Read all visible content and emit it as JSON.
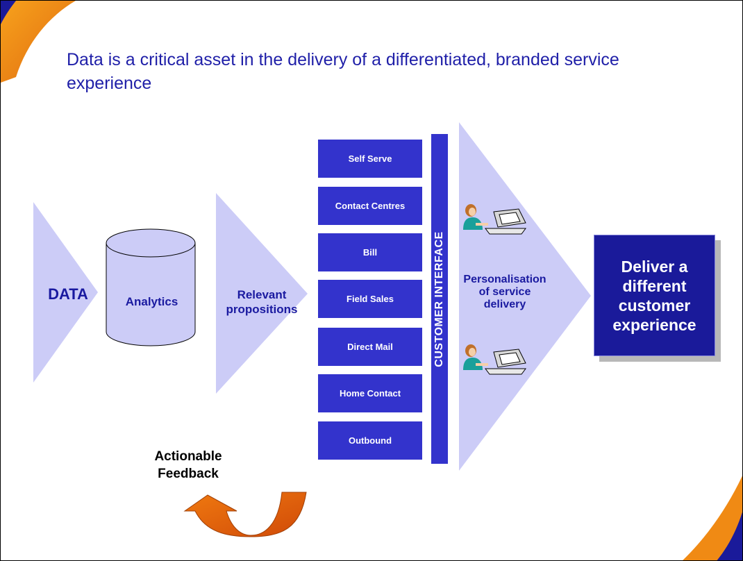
{
  "title": "Data is a critical asset in the delivery of a differentiated, branded service experience",
  "flow": {
    "data_label": "DATA",
    "analytics_label": "Analytics",
    "propositions_label": "Relevant propositions",
    "personalisation_label": "Personalisation of service delivery"
  },
  "channels": [
    "Self Serve",
    "Contact Centres",
    "Bill",
    "Field Sales",
    "Direct Mail",
    "Home Contact",
    "Outbound"
  ],
  "customer_interface_label": "CUSTOMER INTERFACE",
  "deliver_label": "Deliver a different customer experience",
  "feedback_label": "Actionable Feedback",
  "icons": [
    "person-at-computer-icon",
    "person-at-computer-icon"
  ],
  "colors": {
    "title": "#1f1fa8",
    "chevron": "#ccccf7",
    "channel": "#3333cc",
    "deliver": "#1a1a9a",
    "feedback_arrow": "#e06010"
  }
}
